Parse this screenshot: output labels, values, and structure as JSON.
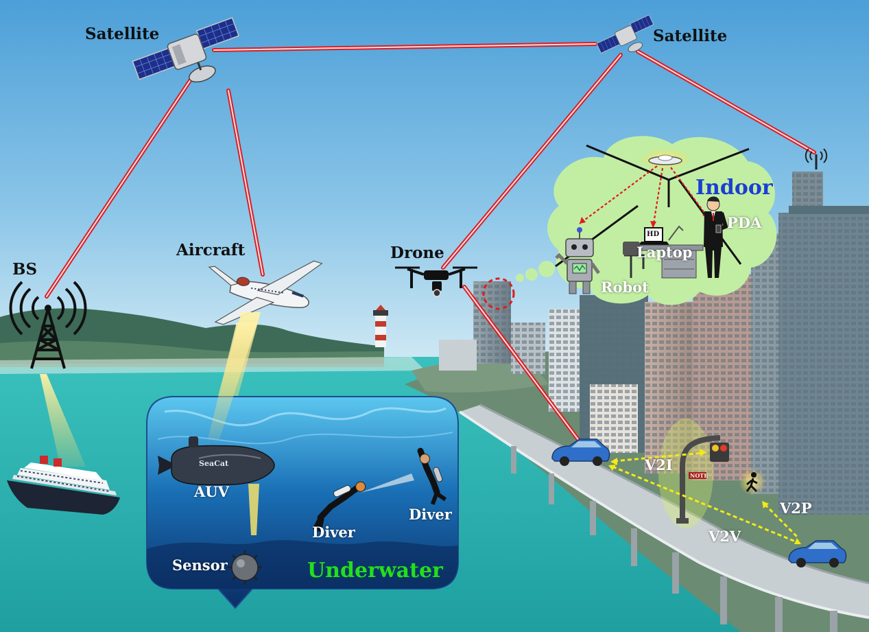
{
  "labels": {
    "satellite_left": "Satellite",
    "satellite_right": "Satellite",
    "bs": "BS",
    "aircraft": "Aircraft",
    "drone": "Drone",
    "indoor": "Indoor",
    "pda": "PDA",
    "laptop": "Laptop",
    "laptop_screen": "HD",
    "robot": "Robot",
    "auv": "AUV",
    "diver_left": "Diver",
    "diver_right": "Diver",
    "sensor": "Sensor",
    "underwater": "Underwater",
    "v2i": "V2I",
    "v2p": "V2P",
    "v2v": "V2V",
    "auv_hull": "SeaCat",
    "traffic_sign": "NOTE"
  },
  "colors": {
    "sky_top": "#5aa9dd",
    "sky_bottom": "#cfe6f2",
    "sea": "#2fb7b1",
    "link_red": "#d81f26",
    "indoor_cloud": "#c2eea4",
    "indoor_text": "#1b3fd1",
    "underwater_text": "#22e01a",
    "v2x_arrow": "#f3ea16",
    "indoor_arrow": "#e01b1b",
    "car": "#2f6fc9"
  },
  "icons": [
    "satellite-icon",
    "base-station-icon",
    "aircraft-icon",
    "drone-icon",
    "ship-icon",
    "lighthouse-icon",
    "auv-icon",
    "diver-icon",
    "sensor-icon",
    "robot-icon",
    "laptop-icon",
    "person-icon",
    "ceiling-access-point-icon",
    "traffic-light-icon",
    "pedestrian-icon",
    "car-icon",
    "antenna-icon"
  ]
}
